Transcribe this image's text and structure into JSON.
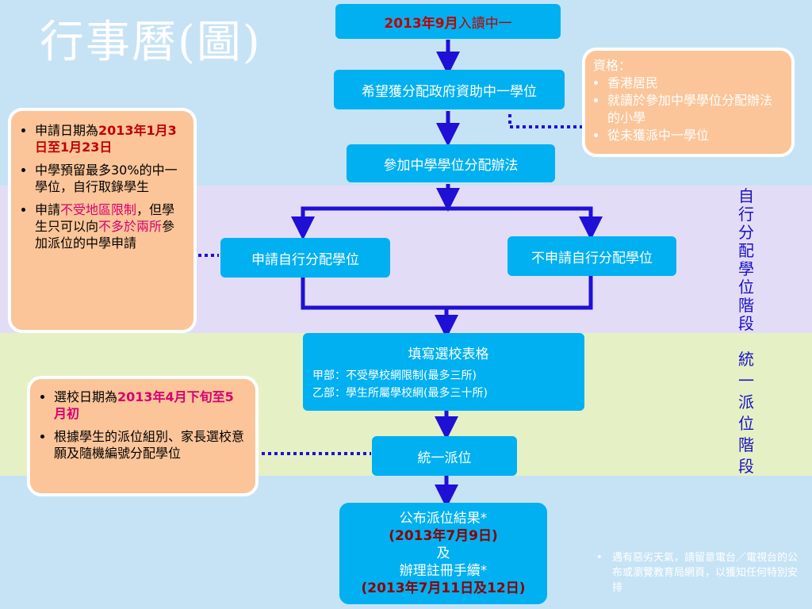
{
  "title": "行事曆(圖)",
  "flow": {
    "start_year_month": "2013年9月",
    "start_suffix": "入讀中一",
    "aspire": "希望獲分配政府資助中一學位",
    "join": "參加中學學位分配辦法",
    "apply_dp": "申請自行分配學位",
    "not_apply_dp": "不申請自行分配學位",
    "form_title": "填寫選校表格",
    "form_part_a": "甲部：不受學校網限制(最多三所)",
    "form_part_b": "乙部：學生所屬學校網(最多三十所)",
    "central": "統一派位",
    "result_line1": "公布派位結果*",
    "result_line2": "(2013年7月9日)",
    "result_line3": "及",
    "result_line4": "辦理註冊手續*",
    "result_line5": "(2013年7月11日及12日)"
  },
  "eligibility": {
    "heading": "資格：",
    "items": [
      "香港居民",
      "就讀於參加中學學位分配辦法的小學",
      "從未獲派中一學位"
    ]
  },
  "dp_note": {
    "item1_prefix": "申請日期為",
    "item1_date": "2013年1月3日至1月23日",
    "item2": "中學預留最多30%的中一學位，自行取錄學生",
    "item3_a": "申請",
    "item3_b": "不受地區限制",
    "item3_c": "，但學生只可以向",
    "item3_d": "不多於兩所",
    "item3_e": "參加派位的中學申請"
  },
  "cap_note": {
    "item1_prefix": "選校日期為",
    "item1_date": "2013年4月下旬至5月初",
    "item2": "根據學生的派位組別、家長選校意願及隨機編號分配學位"
  },
  "stage_labels": {
    "dp_stage": "自行分配學位階段",
    "cap_stage": "統一派位階段"
  },
  "footnote": {
    "bullet": "•",
    "text": "遇有惡劣天氣，請留意電台／電視台的公布或瀏覽教育局網頁，以獲知任何特別安排"
  },
  "colors": {
    "box": "#00b0f0",
    "arrow": "#1f10d6",
    "note": "#fbc599",
    "highlight": "#d6006f",
    "start_red": "#c00000"
  }
}
